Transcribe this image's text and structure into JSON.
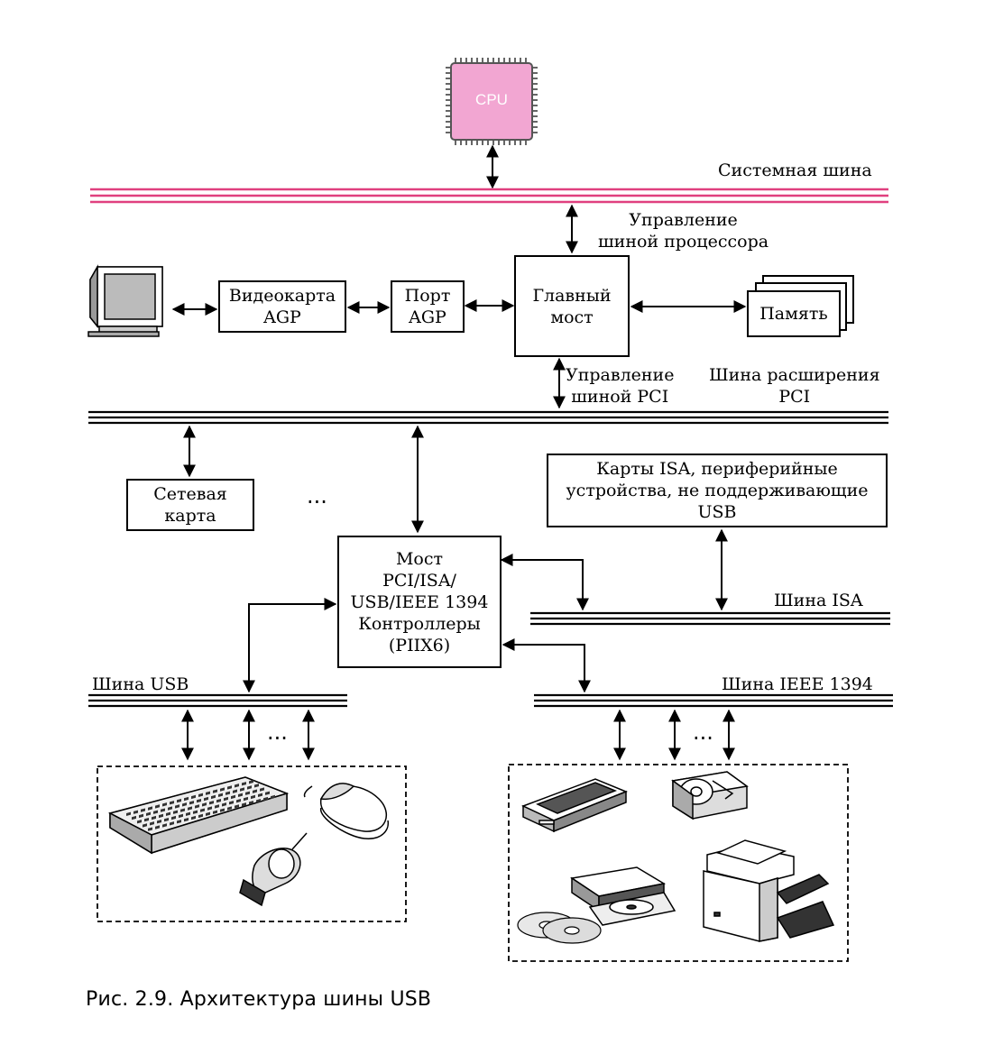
{
  "cpu": {
    "label": "CPU",
    "color": "#f2a6d2"
  },
  "colors": {
    "system_bus": "#e0407f",
    "line": "#000000"
  },
  "labels": {
    "system_bus": "Системная шина",
    "cpu_bus_ctrl": "Управление\nшиной процессора",
    "pci_bus_ctrl": "Управление\nшиной PCI",
    "pci_expansion": "Шина расширения\nPCI",
    "isa_bus": "Шина ISA",
    "usb_bus": "Шина USB",
    "ieee_bus": "Шина IEEE 1394",
    "ellipsis": "..."
  },
  "boxes": {
    "video_card": "Видеокарта\nAGP",
    "agp_port": "Порт\nAGP",
    "north_bridge": "Главный\nмост",
    "memory": "Память",
    "network_card": "Сетевая\nкарта",
    "isa_cards": "Карты ISA, периферийные\nустройства, не поддерживающие\nUSB",
    "south_bridge": "Мост\nPCI/ISA/\nUSB/IEEE 1394\nКонтроллеры\n(PIIX6)"
  },
  "caption": "Рис. 2.9. Архитектура шины USB"
}
